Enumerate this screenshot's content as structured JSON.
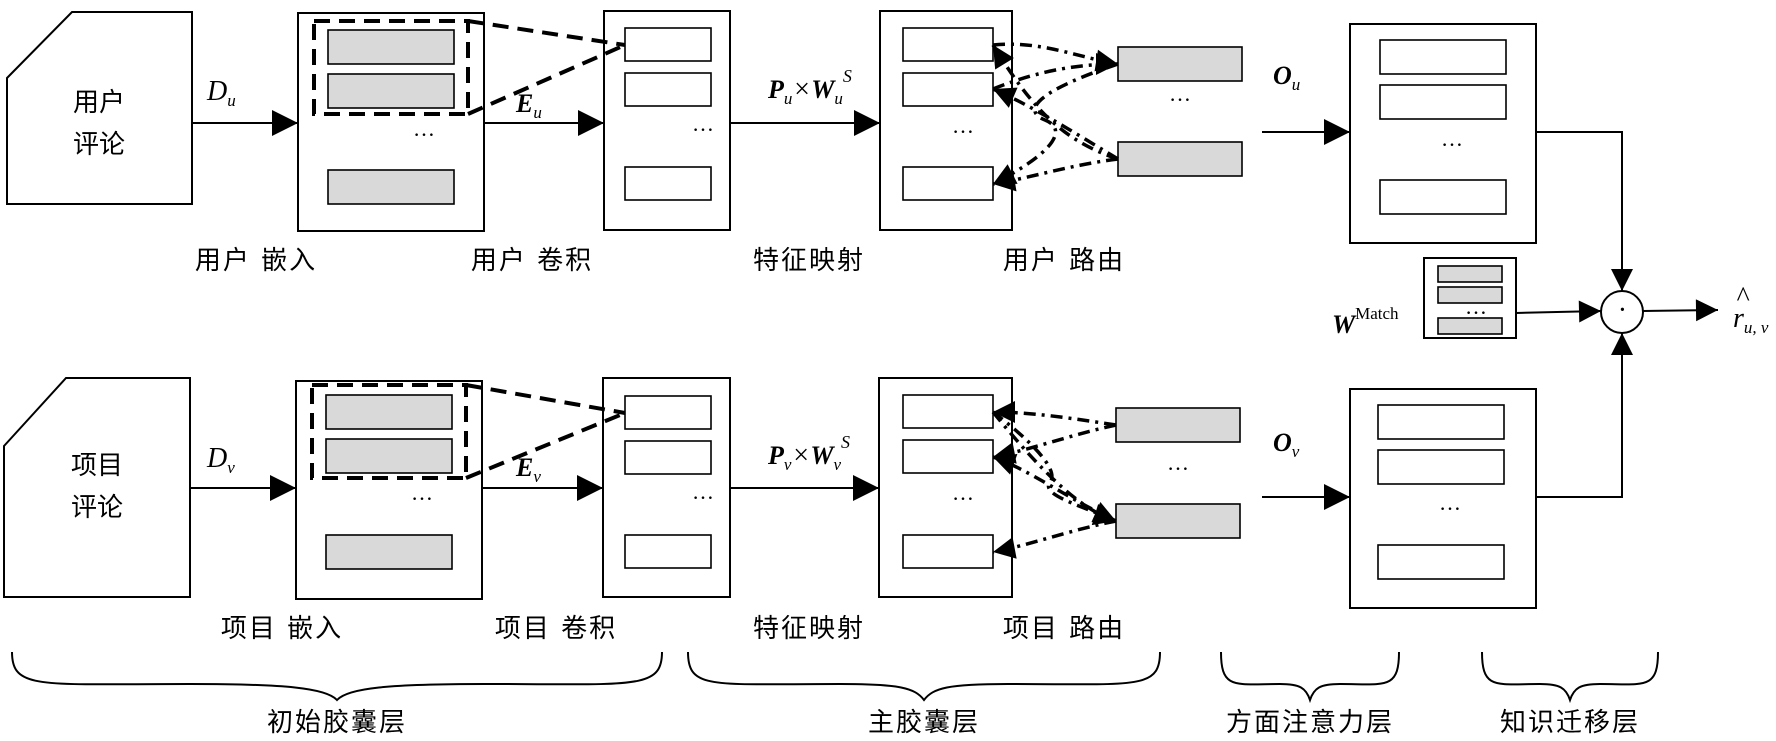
{
  "diagram": {
    "user": {
      "input": [
        "用户",
        "评论"
      ],
      "d_symbol": "D",
      "d_sub": "u",
      "e_symbol": "E",
      "e_sub": "u",
      "p_symbol": "P",
      "p_sub": "u",
      "times": "×",
      "w_symbol": "W",
      "w_sub": "u",
      "w_sup": "S",
      "o_symbol": "O",
      "o_sub": "u",
      "captions": [
        "用户 嵌入",
        "用户 卷积",
        "特征映射",
        "用户 路由"
      ]
    },
    "item": {
      "input": [
        "项目",
        "评论"
      ],
      "d_symbol": "D",
      "d_sub": "v",
      "e_symbol": "E",
      "e_sub": "v",
      "p_symbol": "P",
      "p_sub": "v",
      "times": "×",
      "w_symbol": "W",
      "w_sub": "v",
      "w_sup": "S",
      "o_symbol": "O",
      "o_sub": "v",
      "captions": [
        "项目 嵌入",
        "项目 卷积",
        "特征映射",
        "项目 路由"
      ]
    },
    "match": {
      "symbol": "W",
      "sup": "Match"
    },
    "dot_operator": "·",
    "output": {
      "symbol": "r",
      "hat": "^",
      "sub": "u, v"
    },
    "ellipsis": "…",
    "layers": [
      "初始胶囊层",
      "主胶囊层",
      "方面注意力层",
      "知识迁移层"
    ]
  }
}
